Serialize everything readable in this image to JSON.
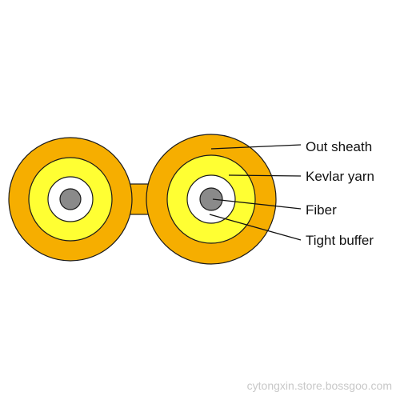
{
  "diagram": {
    "colors": {
      "out_sheath": "#F6AE00",
      "kevlar_yarn": "#FFFF33",
      "tight_buffer": "#FFFFFF",
      "fiber": "#8A8A8A",
      "outline": "#1a1a1a",
      "leader": "#111111"
    },
    "labels": {
      "out_sheath": "Out sheath",
      "kevlar_yarn": "Kevlar yarn",
      "fiber": "Fiber",
      "tight_buffer": "Tight buffer"
    }
  },
  "watermark": "cytongxin.store.bossgoo.com"
}
